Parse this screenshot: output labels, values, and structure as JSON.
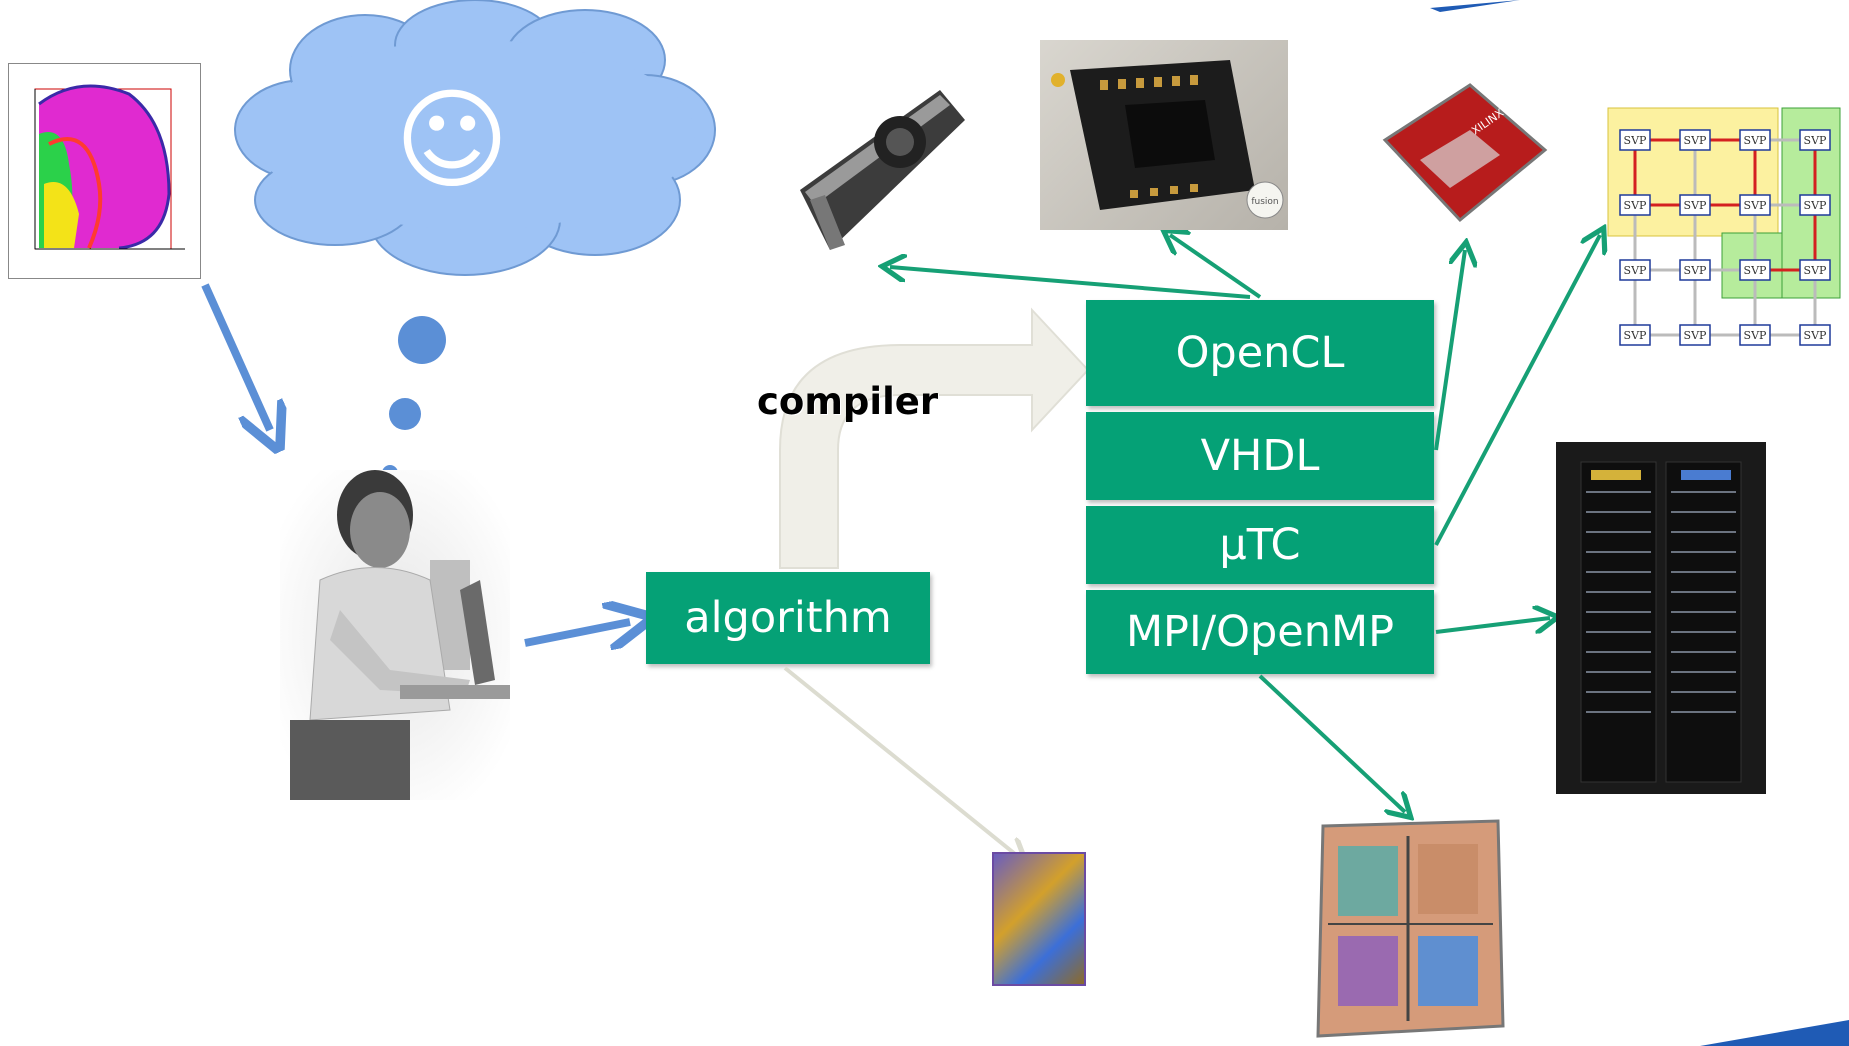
{
  "diagram": {
    "compiler_label": "compiler",
    "algorithm_label": "algorithm",
    "targets": [
      "OpenCL",
      "VHDL",
      "μTC",
      "MPI/OpenMP"
    ],
    "thought_symbol": "☺",
    "chip_grid_label": "SVP",
    "fpga_label": "XILINX SPARTAN",
    "apu_label": "fusion"
  },
  "colors": {
    "box_green": "#05a176",
    "arrow_green": "#16a075",
    "arrow_blue": "#5b8fd6",
    "cloud_blue": "#9ec3f5"
  }
}
